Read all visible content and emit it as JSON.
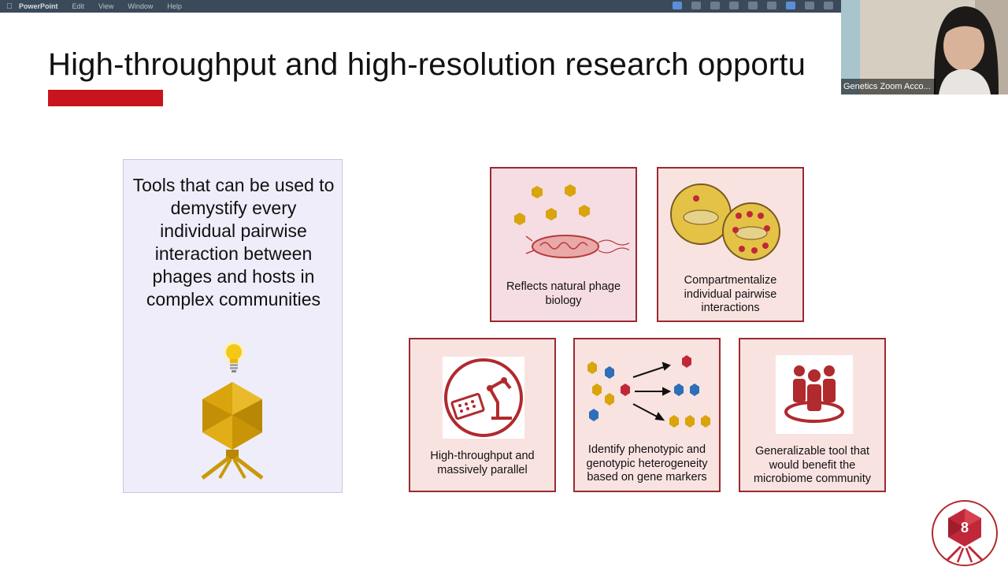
{
  "menubar": {
    "items": [
      "PowerPoint",
      "Edit",
      "View",
      "Window",
      "Help"
    ]
  },
  "slide": {
    "title": "High-throughput and high-resolution research opportu",
    "accent_color": "#c8141c",
    "tools_text": "Tools that can be used to demystify every individual pairwise  interaction between phages and hosts in complex communities",
    "cards": [
      {
        "caption": "Reflects natural phage biology"
      },
      {
        "caption": "Compartmentalize individual pairwise interactions"
      },
      {
        "caption": "High-throughput and massively parallel"
      },
      {
        "caption": "Identify phenotypic and genotypic heterogeneity based on gene markers"
      },
      {
        "caption": "Generalizable tool that would benefit the microbiome community"
      }
    ],
    "page_number": "8"
  },
  "zoom": {
    "participant_name": "Genetics Zoom Acco..."
  }
}
